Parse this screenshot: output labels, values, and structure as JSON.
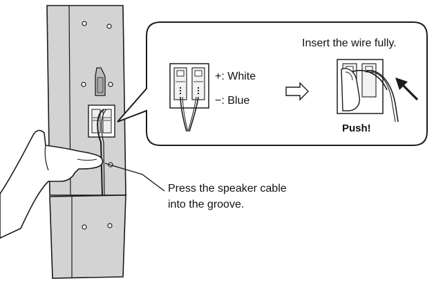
{
  "callout": {
    "title": "Insert the wire fully.",
    "polarity_plus": "+: White",
    "polarity_minus": "−: Blue",
    "push_label": "Push!"
  },
  "instruction": {
    "line1": "Press the speaker cable",
    "line2": "into the groove."
  },
  "colors": {
    "panel_gray": "#d3d3d3",
    "outline": "#1a1a1a",
    "background": "#ffffff"
  }
}
